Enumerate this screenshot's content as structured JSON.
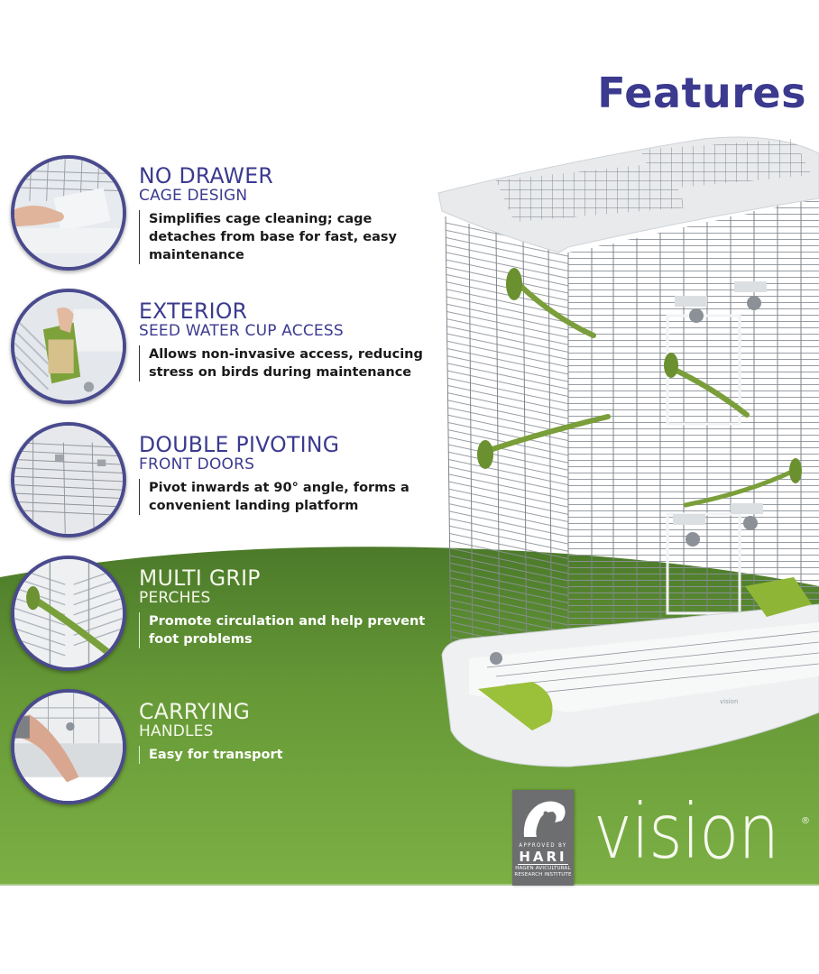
{
  "page": {
    "title": "Features",
    "colors": {
      "title_purple": "#3b3a8f",
      "band_green_dark": "#4f7d2c",
      "band_green_light": "#7aad45",
      "thumb_border": "#4a4a8e",
      "hari_gray": "#6d6e70"
    }
  },
  "features": [
    {
      "heading": "NO DRAWER",
      "subheading": "CAGE DESIGN",
      "description": "Simplifies cage cleaning; cage detaches from base for fast, easy maintenance",
      "icon": "hand-lifting-cage-photo"
    },
    {
      "heading": "EXTERIOR",
      "subheading": "SEED WATER CUP ACCESS",
      "description": "Allows non-invasive access, reducing stress on birds during maintenance",
      "icon": "seed-cup-photo"
    },
    {
      "heading": "DOUBLE PIVOTING",
      "subheading": "FRONT DOORS",
      "description": "Pivot inwards at 90° angle, forms a convenient landing platform",
      "icon": "pivot-doors-photo"
    },
    {
      "heading": "MULTI GRIP",
      "subheading": "PERCHES",
      "description": "Promote circulation and help prevent foot problems",
      "icon": "perch-photo"
    },
    {
      "heading": "CARRYING",
      "subheading": "HANDLES",
      "description": "Easy for transport",
      "icon": "carrying-handle-photo"
    }
  ],
  "branding": {
    "hari_approved": "APPROVED BY",
    "hari_name": "HARI",
    "hari_institute_line1": "HAGEN AVICULTURAL",
    "hari_institute_line2": "RESEARCH INSTITUTE",
    "vision_logo": "vision",
    "vision_registered": "®",
    "base_embossed_text": "vision"
  }
}
